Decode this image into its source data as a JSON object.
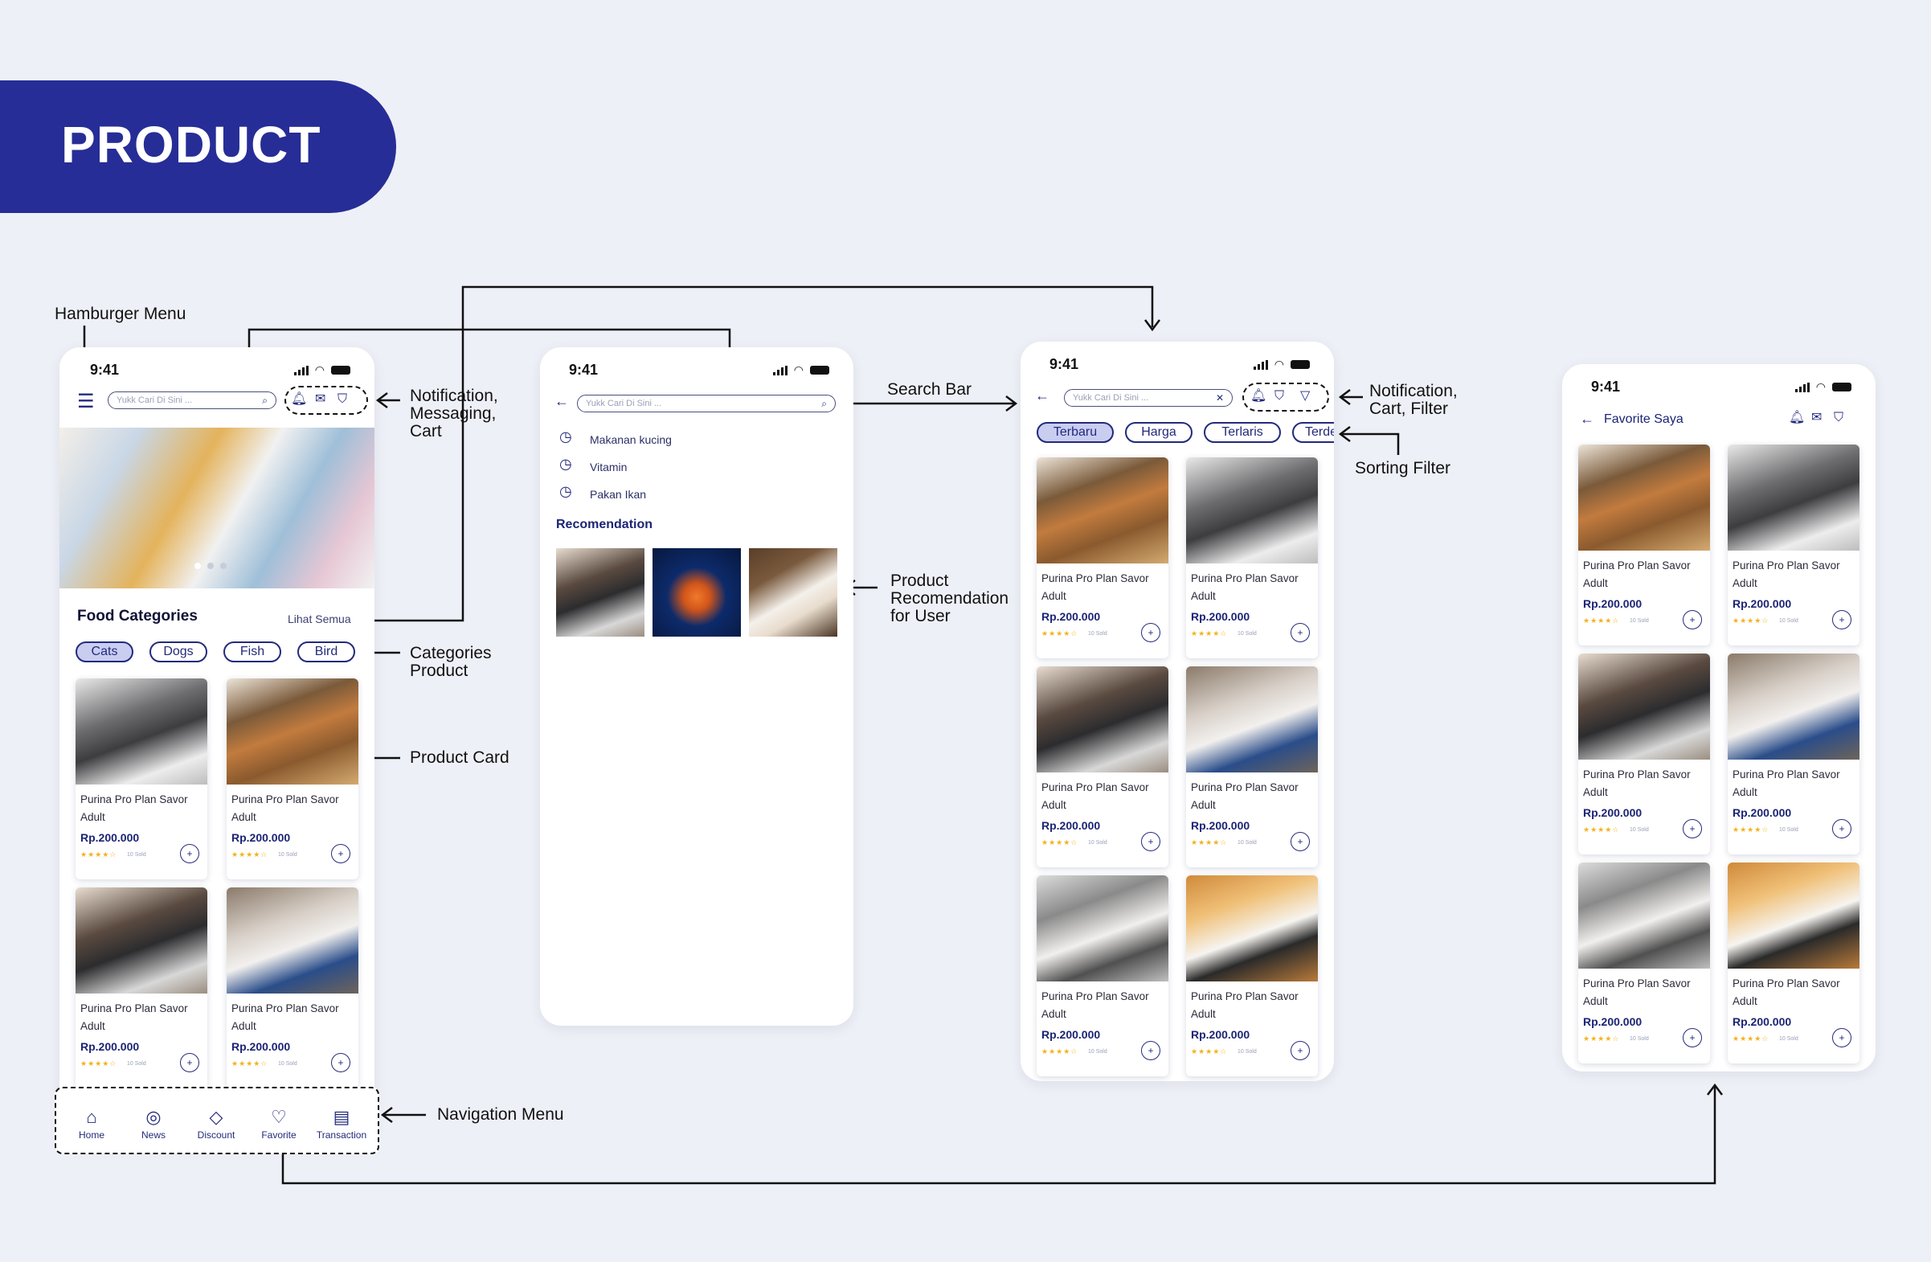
{
  "banner": {
    "title": "PRODUCT"
  },
  "status": {
    "time": "9:41"
  },
  "search": {
    "placeholder": "Yukk Cari Di Sini ..."
  },
  "home": {
    "section_title": "Food Categories",
    "see_all": "Lihat Semua",
    "categories": [
      "Cats",
      "Dogs",
      "Fish",
      "Bird"
    ],
    "nav": [
      "Home",
      "News",
      "Discount",
      "Favorite",
      "Transaction"
    ]
  },
  "search_screen": {
    "history": [
      "Makanan kucing",
      "Vitamin",
      "Pakan Ikan"
    ],
    "recommendation_title": "Recomendation"
  },
  "results_screen": {
    "sort": [
      "Terbaru",
      "Harga",
      "Terlaris",
      "Terde"
    ]
  },
  "favorite_screen": {
    "title": "Favorite Saya"
  },
  "product": {
    "name_line1": "Purina Pro Plan Savor",
    "name_line2": "Adult",
    "price": "Rp.200.000",
    "stars": "★★★★☆",
    "sold": "10 Sold"
  },
  "annotations": {
    "hamburger": "Hamburger Menu",
    "notif1": [
      "Notification,",
      "Messaging,",
      "Cart"
    ],
    "categories": [
      "Categories",
      "Product"
    ],
    "product_card": "Product Card",
    "navigation": "Navigation Menu",
    "search_bar": "Search Bar",
    "recommendation": [
      "Product",
      "Recomendation",
      "for User"
    ],
    "notif2": [
      "Notification,",
      "Cart, Filter"
    ],
    "sorting": "Sorting Filter"
  },
  "colors": {
    "primary": "#262d96",
    "accent": "#232a7c",
    "background": "#eef0f7",
    "chip_active": "#c9cdf0",
    "star": "#f2b21b"
  }
}
